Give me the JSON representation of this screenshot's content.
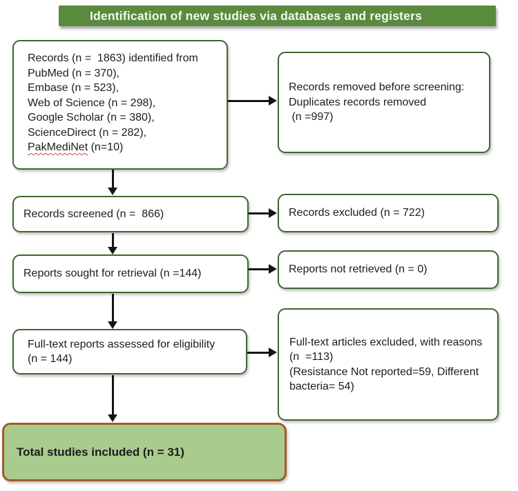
{
  "header": {
    "title": "Identification of new studies via databases and registers"
  },
  "colors": {
    "header_green": "#5a8a3e",
    "box_border_green": "#3c672e",
    "included_fill": "#a9cb8e",
    "included_border": "#a4582a",
    "arrow_black": "#141414",
    "spellcheck_red": "#cc4433"
  },
  "boxes": {
    "identified": {
      "lines": [
        "Records (n =  1863) identified from",
        "PubMed (n = 370),",
        "Embase (n = 523),",
        "Web of Science (n = 298),",
        "Google Scholar (n = 380),",
        "ScienceDirect (n = 282),"
      ],
      "last_line_word": "PakMediNet",
      "last_line_rest": " (n=10)"
    },
    "removed": {
      "lines": [
        "Records removed before screening:",
        "Duplicates records removed",
        " (n =997)"
      ]
    },
    "screened": {
      "label": "Records screened (n =  866)"
    },
    "excluded": {
      "label": "Records excluded (n = 722)"
    },
    "sought": {
      "label": "Reports sought for retrieval (n =144)"
    },
    "not_retrieved": {
      "label": "Reports not retrieved (n = 0)"
    },
    "fulltext": {
      "lines": [
        "Full-text reports assessed for eligibility",
        "(n = 144)"
      ]
    },
    "ft_excluded": {
      "lines": [
        "Full-text articles excluded, with reasons",
        "(n  =113)",
        "(Resistance Not reported=59, Different",
        "bacteria= 54)"
      ]
    },
    "total": {
      "label": "Total studies included (n = 31)"
    }
  }
}
